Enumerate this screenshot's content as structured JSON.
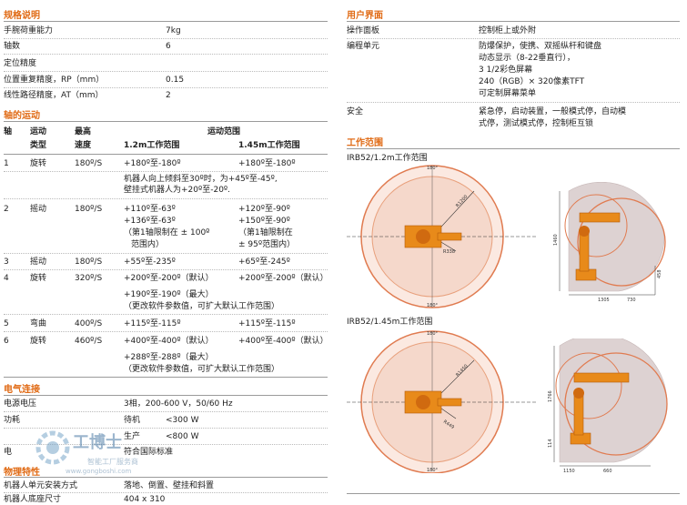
{
  "spec": {
    "title": "规格说明",
    "rows": [
      {
        "label": "手腕荷重能力",
        "value": "7kg"
      },
      {
        "label": "轴数",
        "value": "6"
      },
      {
        "label": "定位精度",
        "value": ""
      },
      {
        "label": "位置重复精度，RP（mm）",
        "value": "0.15"
      },
      {
        "label": "线性路径精度，AT（mm）",
        "value": "2"
      }
    ]
  },
  "axis": {
    "title": "轴的运动",
    "headers": {
      "axis": "轴",
      "move": "运动",
      "type": "类型",
      "maxspeed_1": "最高",
      "maxspeed_2": "速度",
      "range": "运动范围",
      "r12": "1.2m工作范围",
      "r145": "1.45m工作范围"
    },
    "rows": [
      {
        "n": "1",
        "type": "旋转",
        "speed": "180º/S",
        "a": "+180º至-180º",
        "b": "+180º至-180º"
      },
      {
        "note1": "机器人向上倾斜至30º时，为+45º至-45º,",
        "note2": "壁挂式机器人为+20º至-20º."
      },
      {
        "n": "2",
        "type": "摇动",
        "speed": "180º/S",
        "a1": "+110º至-63º",
        "a2": "+136º至-63º",
        "a3": "（第1轴限制在 ± 100º",
        "a4": "范围内）",
        "b1": "+120º至-90º",
        "b2": "+150º至-90º",
        "b3": "（第1轴限制在",
        "b4": "± 95º范围内）"
      },
      {
        "n": "3",
        "type": "摇动",
        "speed": "180º/S",
        "a": "+55º至-235º",
        "b": "+65º至-245º"
      },
      {
        "n": "4",
        "type": "旋转",
        "speed": "320º/S",
        "a1": "+200º至-200º（默认）",
        "b1": "+200º至-200º（默认）",
        "a2": "+190º至-190º（最大）",
        "a3": "（更改软件参数值，可扩大默认工作范围）"
      },
      {
        "n": "5",
        "type": "弯曲",
        "speed": "400º/S",
        "a": "+115º至-115º",
        "b": "+115º至-115º"
      },
      {
        "n": "6",
        "type": "旋转",
        "speed": "460º/S",
        "a1": "+400º至-400º（默认）",
        "b1": "+400º至-400º（默认）",
        "a2": "+288º至-288º（最大）",
        "a3": "（更改软件参数值，可扩大默认工作范围）"
      }
    ]
  },
  "electric": {
    "title": "电气连接",
    "rows": [
      {
        "label": "电源电压",
        "value": "3相，200-600 V，50/60 Hz"
      },
      {
        "label": "功耗",
        "sub": "待机",
        "value": "<300 W"
      },
      {
        "label": "",
        "sub": "生产",
        "value": "<800 W"
      },
      {
        "label": "电",
        "value": "符合国际标准"
      }
    ]
  },
  "physical": {
    "title": "物理特性",
    "rows": [
      {
        "label": "机器人单元安装方式",
        "value": "落地、倒置、壁挂和斜置"
      },
      {
        "label": "机器人底座尺寸",
        "value": "404 x 310"
      }
    ]
  },
  "ui": {
    "title": "用户界面",
    "rows": [
      {
        "label": "操作面板",
        "lines": [
          "控制柜上或外附"
        ]
      },
      {
        "label": "编程单元",
        "lines": [
          "防爆保护，使携、双摇纵杆和键盘",
          "动态显示（8-22垂直行），",
          "3 1/2彩色屏幕",
          "240（RGB）× 320像素TFT",
          "可定制屏幕菜单"
        ]
      },
      {
        "label": "安全",
        "lines": [
          "紧急停，启动装置，一般模式停，自动模",
          "式停，测试模式停，控制柜互锁"
        ]
      }
    ]
  },
  "work": {
    "title": "工作范围",
    "d1": {
      "caption": "IRB52/1.2m工作范围",
      "top": "180°",
      "bottom": "180°",
      "r1": "R1200",
      "r2": "R338",
      "h1": "1460",
      "h2": "458",
      "w1": "1305",
      "w2": "730"
    },
    "d2": {
      "caption": "IRB52/1.45m工作范围",
      "top": "180°",
      "bottom": "180°",
      "r1": "R1450",
      "r2": "R449",
      "h1": "1766",
      "h2": "114",
      "w1": "1150",
      "w2": "660"
    }
  },
  "watermark": {
    "logo": "工博士",
    "sub": "智能工厂服务商",
    "url": "www.gongboshi.com"
  },
  "colors": {
    "accent": "#e06a14",
    "robot": "#e88a1a",
    "disc": "#f5dcd2",
    "disc_edge": "#e07b50",
    "envelope": "#d9cfcf"
  }
}
